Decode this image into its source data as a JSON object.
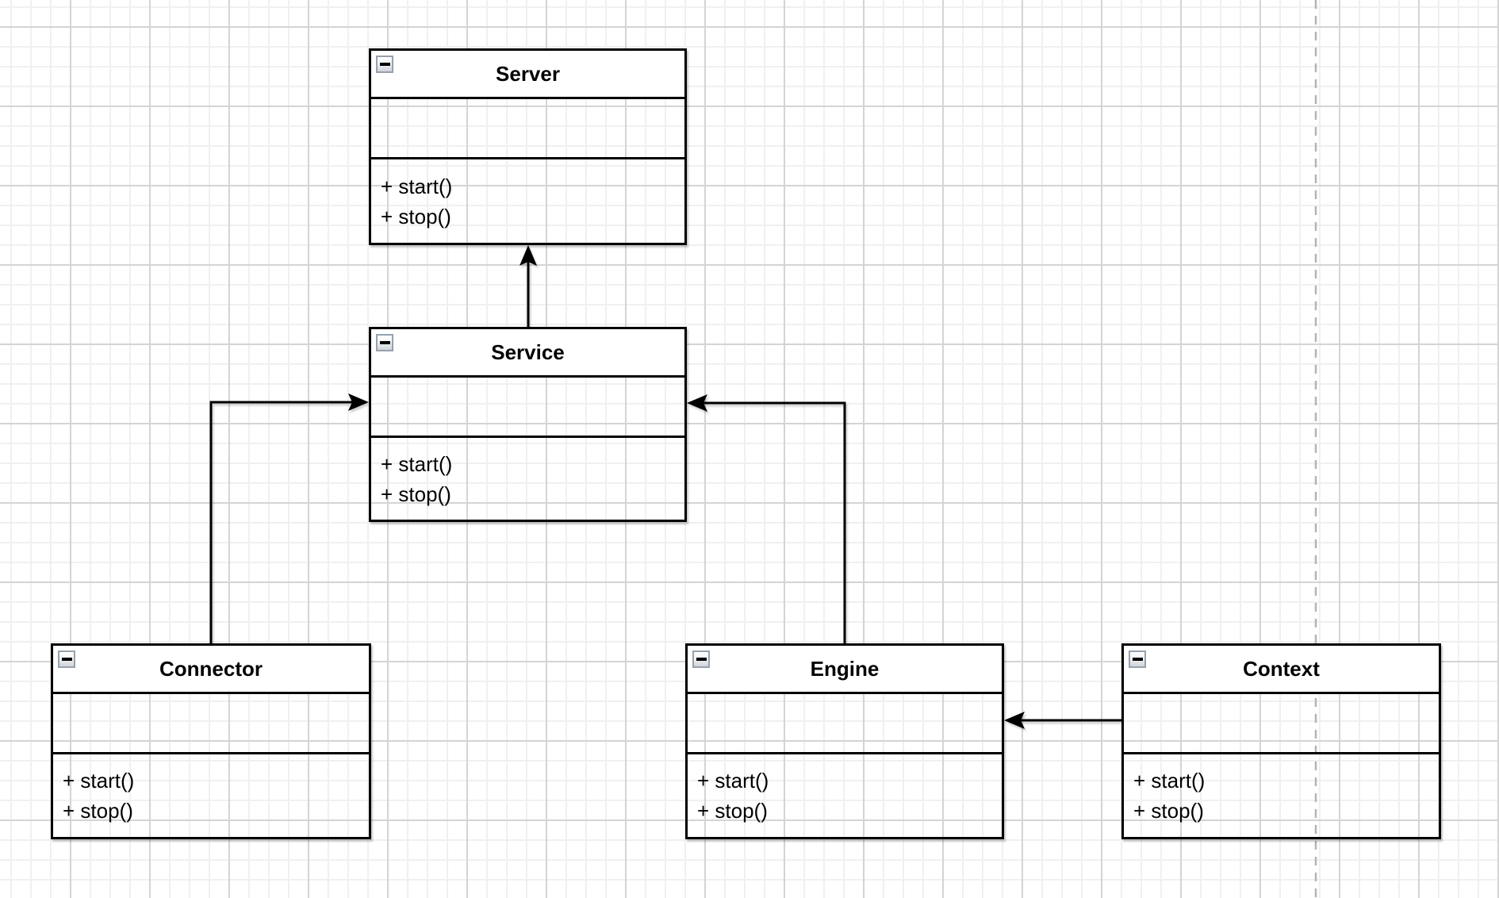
{
  "canvas": {
    "background_color": "#ffffff",
    "grid_minor_color": "#f0f0f0",
    "grid_major_color": "#d4d4d4",
    "shape_border_color": "#000000",
    "shape_fill_color": "#ffffff",
    "page_guide_color": "#b4b4b4",
    "page_guide_style": "dashed-vertical"
  },
  "icons": {
    "collapse": "minus-icon"
  },
  "classes": [
    {
      "name": "Server",
      "attributes": [],
      "methods": [
        "+ start()",
        "+ stop()"
      ]
    },
    {
      "name": "Service",
      "attributes": [],
      "methods": [
        "+ start()",
        "+ stop()"
      ]
    },
    {
      "name": "Connector",
      "attributes": [],
      "methods": [
        "+ start()",
        "+ stop()"
      ]
    },
    {
      "name": "Engine",
      "attributes": [],
      "methods": [
        "+ start()",
        "+ stop()"
      ]
    },
    {
      "name": "Context",
      "attributes": [],
      "methods": [
        "+ start()",
        "+ stop()"
      ]
    }
  ],
  "relations": [
    {
      "from": "Service",
      "to": "Server",
      "arrow": "classic-filled",
      "route": "straight-vertical"
    },
    {
      "from": "Connector",
      "to": "Service",
      "arrow": "classic-filled",
      "route": "orthogonal"
    },
    {
      "from": "Engine",
      "to": "Service",
      "arrow": "classic-filled",
      "route": "orthogonal"
    },
    {
      "from": "Context",
      "to": "Engine",
      "arrow": "classic-filled",
      "route": "straight-horizontal"
    }
  ]
}
